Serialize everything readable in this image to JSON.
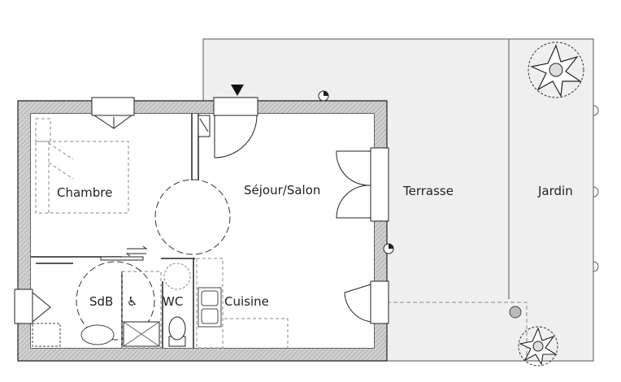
{
  "rooms": {
    "chambre": "Chambre",
    "sejour": "Séjour/Salon",
    "terrasse": "Terrasse",
    "jardin": "Jardin",
    "sdb": "SdB",
    "wc": "WC",
    "cuisine": "Cuisine"
  },
  "symbols": {
    "accessibility": "♿",
    "entrance": "entrance-arrow"
  },
  "colors": {
    "wall_fill": "#c8c8c8",
    "outdoor_fill": "#efefef",
    "line": "#222222",
    "dash": "#888888"
  }
}
